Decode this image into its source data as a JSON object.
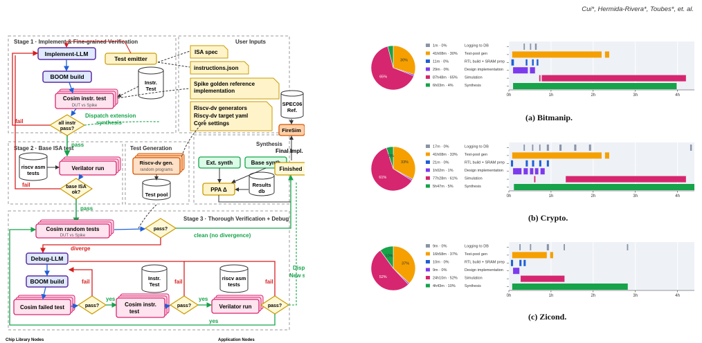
{
  "header": {
    "authors": "Cui*, Hermida-Rivera*, Toubes*, et. al."
  },
  "diagram": {
    "stage1": "Stage 1 · Implement & Fine-grained Verification",
    "user_inputs": "User Inputs",
    "stage2": "Stage 2 · Base ISA test",
    "test_generation": "Test Generation",
    "synthesis": "Synthesis",
    "stage3": "Stage 3 · Thorough Verification + Debug",
    "implement_llm": "Implement-LLM",
    "test_emitter": "Test emitter",
    "boom_build": "BOOM build",
    "instr_test_l1": "Instr.",
    "instr_test_l2": "Test",
    "cosim_instr_test": "Cosim instr. test",
    "dut_vs_spike": "DUT vs Spike",
    "all_instr_l1": "all instr",
    "all_instr_l2": "pass?",
    "fail": "fail",
    "pass": "pass",
    "dispatch_ext_l1": "Dispatch extension",
    "dispatch_ext_l2": "synthesis",
    "isa_spec": "ISA spec",
    "instructions_json": "instructions.json",
    "spike_l1": "Spike golden reference",
    "spike_l2": "implementation",
    "riscv_dv_l1": "Riscv-dv generators",
    "riscv_dv_l2": "Riscv-dv target yaml",
    "riscv_dv_l3": "Core settings",
    "spec06_l1": "SPEC06",
    "spec06_l2": "Ref.",
    "firesim": "FireSim",
    "final_impl": "Final Impl.",
    "riscv_asm_l1": "riscv asm",
    "riscv_asm_l2": "tests",
    "verilator_run": "Verilator run",
    "base_isa_l1": "base ISA",
    "base_isa_l2": "ok?",
    "riscv_dv_gen": "Riscv-dv gen.",
    "random_programs": "random programs",
    "test_pool": "Test pool",
    "ext_synth": "Ext. synth",
    "base_synth": "Base synth",
    "ppa": "PPA Δ",
    "results_l1": "Results",
    "results_l2": "db",
    "finished": "Finished",
    "cosim_random_tests": "Cosim random tests",
    "pass_q": "pass?",
    "clean": "clean (no divergence)",
    "diverge": "diverge",
    "debug_llm": "Debug-LLM",
    "cosim_failed_test": "Cosim failed test",
    "yes": "yes",
    "cosim_instr_l1": "Cosim instr.",
    "cosim_instr_l2": "test",
    "dispatch_new_l1": "Dispatch",
    "dispatch_new_l2": "New synth",
    "foot_left": "Chip Library Nodes",
    "foot_right": "Application Nodes"
  },
  "colors": {
    "purple": "#5b2ca0",
    "pink": "#d6266f",
    "orange": "#f5a000",
    "blue": "#1f5fd6",
    "violet": "#7c3aed",
    "green": "#16a34a",
    "gray": "#8a94a6"
  },
  "panels": [
    {
      "caption": "(a) Bitmanip.",
      "chart_data": {
        "type": "bar",
        "subtype": "gantt",
        "xticks": [
          "0h",
          "1h",
          "2h",
          "3h",
          "4h"
        ],
        "xlim_hours": [
          0,
          4.4
        ],
        "rows": [
          {
            "label": "Logging to DB",
            "stat": "1m · 0%",
            "color": "#8a94a6",
            "segments": [
              [
                0.35,
                0.38
              ],
              [
                0.5,
                0.53
              ],
              [
                0.62,
                0.66
              ]
            ]
          },
          {
            "label": "Test-pool gen",
            "stat": "41h08m · 30%",
            "color": "#f5a000",
            "segments": [
              [
                0.08,
                2.2
              ],
              [
                2.28,
                2.38
              ]
            ]
          },
          {
            "label": "RTL build + SRAM prep",
            "stat": "11m · 0%",
            "color": "#1f5fd6",
            "segments": [
              [
                0.06,
                0.12
              ],
              [
                0.4,
                0.44
              ],
              [
                0.55,
                0.59
              ],
              [
                0.66,
                0.7
              ]
            ]
          },
          {
            "label": "Design implementation",
            "stat": "29m · 0%",
            "color": "#7c3aed",
            "segments": [
              [
                0.1,
                0.45
              ],
              [
                0.5,
                0.62
              ]
            ]
          },
          {
            "label": "Simulation",
            "stat": "87h48m · 65%",
            "color": "#d6266f",
            "segments": [
              [
                0.72,
                0.75
              ],
              [
                0.78,
                4.2
              ]
            ]
          },
          {
            "label": "Synthesis",
            "stat": "6h03m · 4%",
            "color": "#16a34a",
            "segments": [
              [
                0.1,
                3.98
              ]
            ]
          }
        ],
        "pie": [
          {
            "label": "Simulation",
            "value": 65,
            "color": "#d6266f"
          },
          {
            "label": "Test-pool gen",
            "value": 30,
            "color": "#f5a000"
          },
          {
            "label": "Synthesis",
            "value": 4,
            "color": "#16a34a"
          },
          {
            "label": "Other",
            "value": 1,
            "color": "#7c3aed"
          }
        ],
        "pie_labels": [
          "65%",
          "30%"
        ]
      }
    },
    {
      "caption": "(b) Crypto.",
      "chart_data": {
        "type": "bar",
        "subtype": "gantt",
        "xticks": [
          "0h",
          "1h",
          "2h",
          "3h",
          "4h"
        ],
        "xlim_hours": [
          0,
          4.4
        ],
        "rows": [
          {
            "label": "Logging to DB",
            "stat": "17m · 0%",
            "color": "#8a94a6",
            "segments": [
              [
                0.35,
                0.38
              ],
              [
                0.55,
                0.58
              ],
              [
                0.72,
                0.75
              ],
              [
                0.9,
                0.95
              ],
              [
                1.2,
                1.25
              ],
              [
                1.55,
                1.6
              ],
              [
                1.9,
                1.95
              ],
              [
                4.3,
                4.34
              ]
            ]
          },
          {
            "label": "Test-pool gen",
            "stat": "41h08m · 33%",
            "color": "#f5a000",
            "segments": [
              [
                0.08,
                2.2
              ],
              [
                2.28,
                2.38
              ]
            ]
          },
          {
            "label": "RTL build + SRAM prep",
            "stat": "21m · 0%",
            "color": "#1f5fd6",
            "segments": [
              [
                0.05,
                0.1
              ],
              [
                0.4,
                0.45
              ],
              [
                0.55,
                0.6
              ],
              [
                0.72,
                0.77
              ],
              [
                0.9,
                0.95
              ]
            ]
          },
          {
            "label": "Design implementation",
            "stat": "1h02m · 1%",
            "color": "#7c3aed",
            "segments": [
              [
                0.1,
                0.3
              ],
              [
                0.35,
                0.45
              ],
              [
                0.5,
                0.58
              ],
              [
                0.62,
                0.7
              ],
              [
                0.75,
                0.85
              ]
            ]
          },
          {
            "label": "Simulation",
            "stat": "77h28m · 61%",
            "color": "#d6266f",
            "segments": [
              [
                0.6,
                0.63
              ],
              [
                1.35,
                4.2
              ]
            ]
          },
          {
            "label": "Synthesis",
            "stat": "5h47m · 5%",
            "color": "#16a34a",
            "segments": [
              [
                0.12,
                4.4
              ]
            ]
          }
        ],
        "pie": [
          {
            "label": "Simulation",
            "value": 61,
            "color": "#d6266f"
          },
          {
            "label": "Test-pool gen",
            "value": 33,
            "color": "#f5a000"
          },
          {
            "label": "Synthesis",
            "value": 5,
            "color": "#16a34a"
          },
          {
            "label": "Other",
            "value": 1,
            "color": "#7c3aed"
          }
        ],
        "pie_labels": [
          "61%",
          "33%"
        ]
      }
    },
    {
      "caption": "(c) Zicond.",
      "chart_data": {
        "type": "bar",
        "subtype": "gantt",
        "xticks": [
          "0h",
          "1h",
          "2h",
          "3h",
          "4h"
        ],
        "xlim_hours": [
          0,
          4.4
        ],
        "rows": [
          {
            "label": "Logging to DB",
            "stat": "9m · 0%",
            "color": "#8a94a6",
            "segments": [
              [
                0.25,
                0.28
              ],
              [
                0.5,
                0.53
              ],
              [
                0.9,
                0.95
              ],
              [
                1.3,
                1.33
              ],
              [
                2.8,
                2.83
              ]
            ]
          },
          {
            "label": "Test-pool gen",
            "stat": "16h58m · 37%",
            "color": "#f5a000",
            "segments": [
              [
                0.08,
                0.9
              ],
              [
                0.98,
                1.05
              ]
            ]
          },
          {
            "label": "RTL build + SRAM prep",
            "stat": "10m · 0%",
            "color": "#1f5fd6",
            "segments": [
              [
                0.05,
                0.1
              ],
              [
                0.25,
                0.3
              ],
              [
                0.35,
                0.4
              ]
            ]
          },
          {
            "label": "Design implementation",
            "stat": "9m · 0%",
            "color": "#7c3aed",
            "segments": [
              [
                0.1,
                0.25
              ]
            ]
          },
          {
            "label": "Simulation",
            "stat": "24h10m · 52%",
            "color": "#d6266f",
            "segments": [
              [
                0.28,
                1.32
              ]
            ]
          },
          {
            "label": "Synthesis",
            "stat": "4h43m · 10%",
            "color": "#16a34a",
            "segments": [
              [
                0.08,
                2.82
              ]
            ]
          }
        ],
        "pie": [
          {
            "label": "Simulation",
            "value": 52,
            "color": "#d6266f"
          },
          {
            "label": "Test-pool gen",
            "value": 37,
            "color": "#f5a000"
          },
          {
            "label": "Synthesis",
            "value": 10,
            "color": "#16a34a"
          },
          {
            "label": "Other",
            "value": 1,
            "color": "#7c3aed"
          }
        ],
        "pie_labels": [
          "52%",
          "37%",
          "10%"
        ]
      }
    }
  ]
}
